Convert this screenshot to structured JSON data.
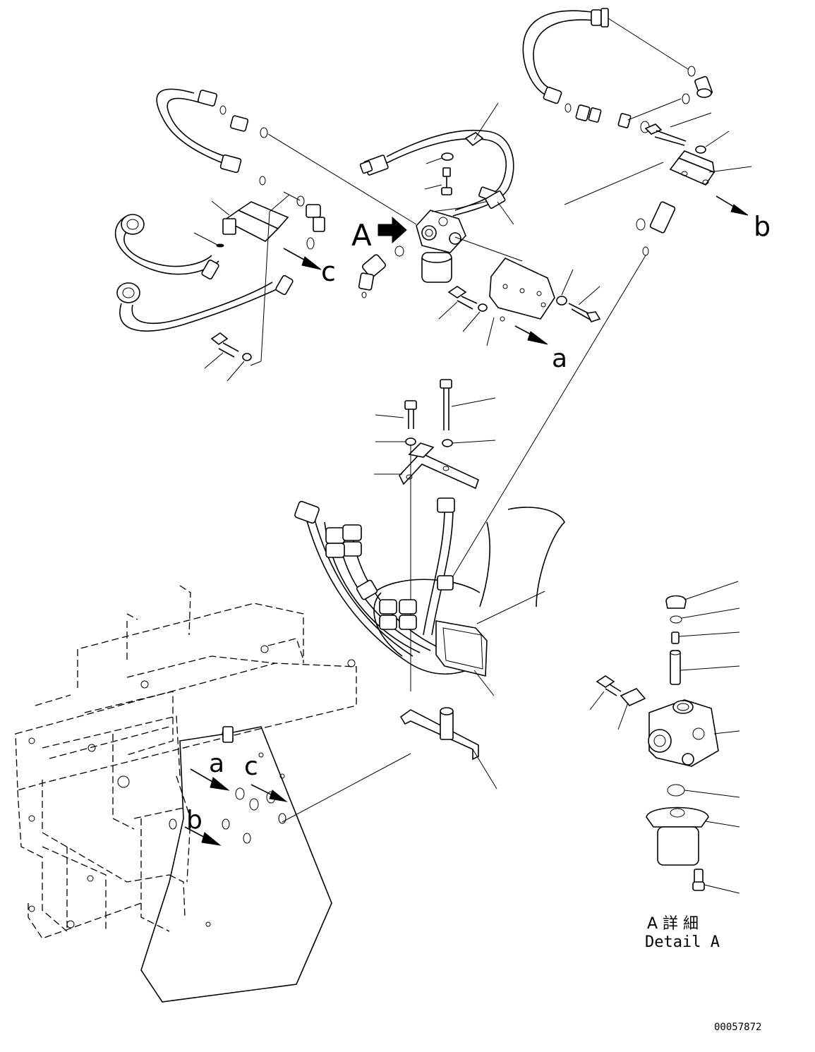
{
  "view_labels": {
    "A": "A",
    "a": "a",
    "b": "b",
    "c": "c"
  },
  "detail_caption": {
    "jp": "A 詳 細",
    "en": "Detail A"
  },
  "drawing_number": "00057872"
}
